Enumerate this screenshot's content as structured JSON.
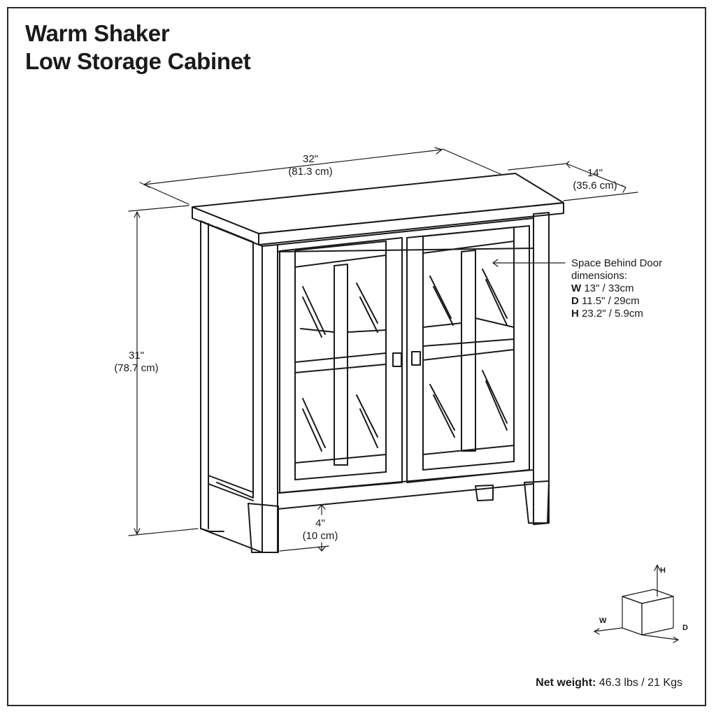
{
  "title": {
    "line1": "Warm Shaker",
    "line2": "Low Storage Cabinet"
  },
  "dimensions": {
    "width": {
      "imperial": "32\"",
      "metric": "(81.3 cm)"
    },
    "depth": {
      "imperial": "14\"",
      "metric": "(35.6 cm)"
    },
    "height": {
      "imperial": "31\"",
      "metric": "(78.7 cm)"
    },
    "leg_clearance": {
      "imperial": "4\"",
      "metric": "(10 cm)"
    }
  },
  "space_behind_door": {
    "heading_line1": "Space Behind Door",
    "heading_line2": "dimensions:",
    "w_key": "W",
    "w_value": " 13\" / 33cm",
    "d_key": "D",
    "d_value": " 11.5\" / 29cm",
    "h_key": "H",
    "h_value": " 23.2\" / 5.9cm"
  },
  "axis_legend": {
    "h": "H",
    "w": "W",
    "d": "D"
  },
  "net_weight": {
    "label": "Net weight:",
    "value": " 46.3 lbs / 21 Kgs"
  },
  "colors": {
    "line": "#1a1a1a",
    "background": "#ffffff"
  }
}
